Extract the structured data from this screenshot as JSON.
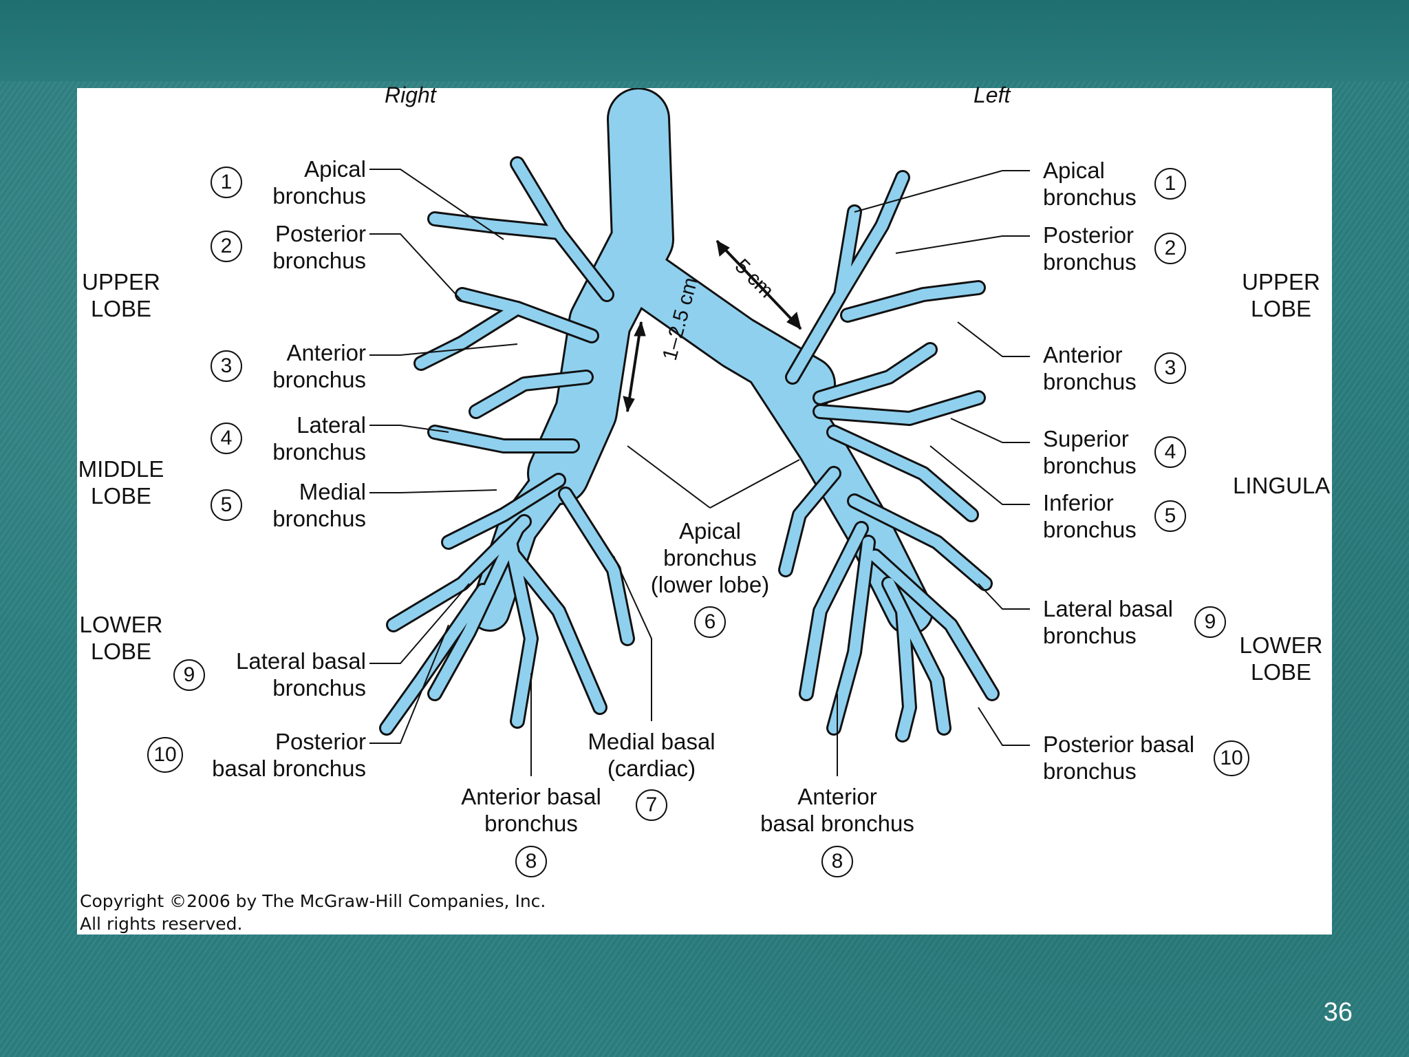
{
  "sides": {
    "right": "Right",
    "left": "Left"
  },
  "lobes": {
    "right_upper": "UPPER\nLOBE",
    "right_middle": "MIDDLE\nLOBE",
    "right_lower": "LOWER\nLOBE",
    "left_upper": "UPPER\nLOBE",
    "left_lingula": "LINGULA",
    "left_lower": "LOWER\nLOBE"
  },
  "measurements": {
    "right_main": "1–2.5 cm",
    "left_main": "5 cm"
  },
  "right_labels": [
    {
      "num": "1",
      "text": "Apical\nbronchus"
    },
    {
      "num": "2",
      "text": "Posterior\nbronchus"
    },
    {
      "num": "3",
      "text": "Anterior\nbronchus"
    },
    {
      "num": "4",
      "text": "Lateral\nbronchus"
    },
    {
      "num": "5",
      "text": "Medial\nbronchus"
    },
    {
      "num": "9",
      "text": "Lateral basal\nbronchus"
    },
    {
      "num": "10",
      "text": "Posterior\nbasal bronchus"
    }
  ],
  "left_labels": [
    {
      "num": "1",
      "text": "Apical\nbronchus"
    },
    {
      "num": "2",
      "text": "Posterior\nbronchus"
    },
    {
      "num": "3",
      "text": "Anterior\nbronchus"
    },
    {
      "num": "4",
      "text": "Superior\nbronchus"
    },
    {
      "num": "5",
      "text": "Inferior\nbronchus"
    },
    {
      "num": "9",
      "text": "Lateral basal\nbronchus"
    },
    {
      "num": "10",
      "text": "Posterior basal\nbronchus"
    }
  ],
  "center_labels": {
    "apical_lower": {
      "num": "6",
      "text": "Apical\nbronchus\n(lower lobe)"
    },
    "medial_basal": {
      "num": "7",
      "text": "Medial basal\n(cardiac)"
    },
    "anterior_basal_right": {
      "num": "8",
      "text": "Anterior basal\nbronchus"
    },
    "anterior_basal_left": {
      "num": "8",
      "text": "Anterior\nbasal bronchus"
    }
  },
  "copyright": "Copyright ©2006 by The McGraw-Hill Companies, Inc.\nAll rights reserved.",
  "slide_number": "36",
  "colors": {
    "background": "#2c7f80",
    "bronchi": "#8fd0ee",
    "outline": "#111111"
  }
}
